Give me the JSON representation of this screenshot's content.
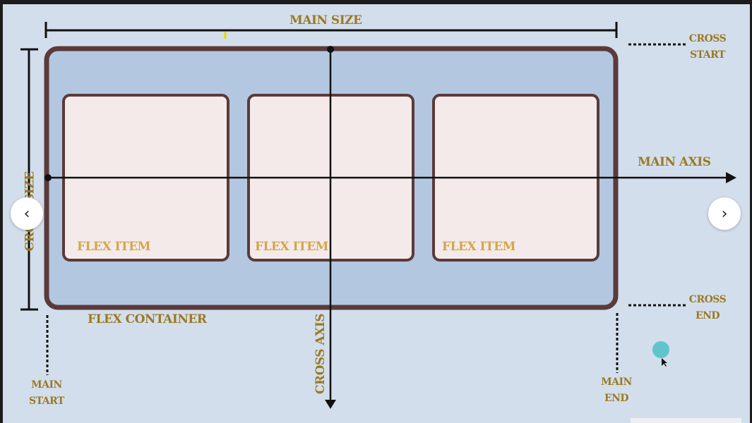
{
  "labels": {
    "main_size": "MAIN SIZE",
    "cross_size": "CROSS SIZE",
    "cross_start_1": "CROSS",
    "cross_start_2": "START",
    "main_axis": "MAIN AXIS",
    "cross_end_1": "CROSS",
    "cross_end_2": "END",
    "flex_container": "FLEX CONTAINER",
    "cross_axis": "CROSS AXIS",
    "main_start_1": "MAIN",
    "main_start_2": "START",
    "main_end_1": "MAIN",
    "main_end_2": "END"
  },
  "flex_items": [
    {
      "label": "FLEX ITEM"
    },
    {
      "label": "FLEX ITEM"
    },
    {
      "label": "FLEX ITEM"
    }
  ],
  "nav": {
    "prev_glyph": "‹",
    "next_glyph": "›"
  },
  "colors": {
    "label_olive": "#9a7a22",
    "item_label_gold": "#d4a64a",
    "container_border": "#5a3a3a",
    "container_fill": "#b3c8e0",
    "item_fill": "#f4eaea",
    "background": "#d3deec",
    "cursor_dot": "#5fc4cc"
  }
}
